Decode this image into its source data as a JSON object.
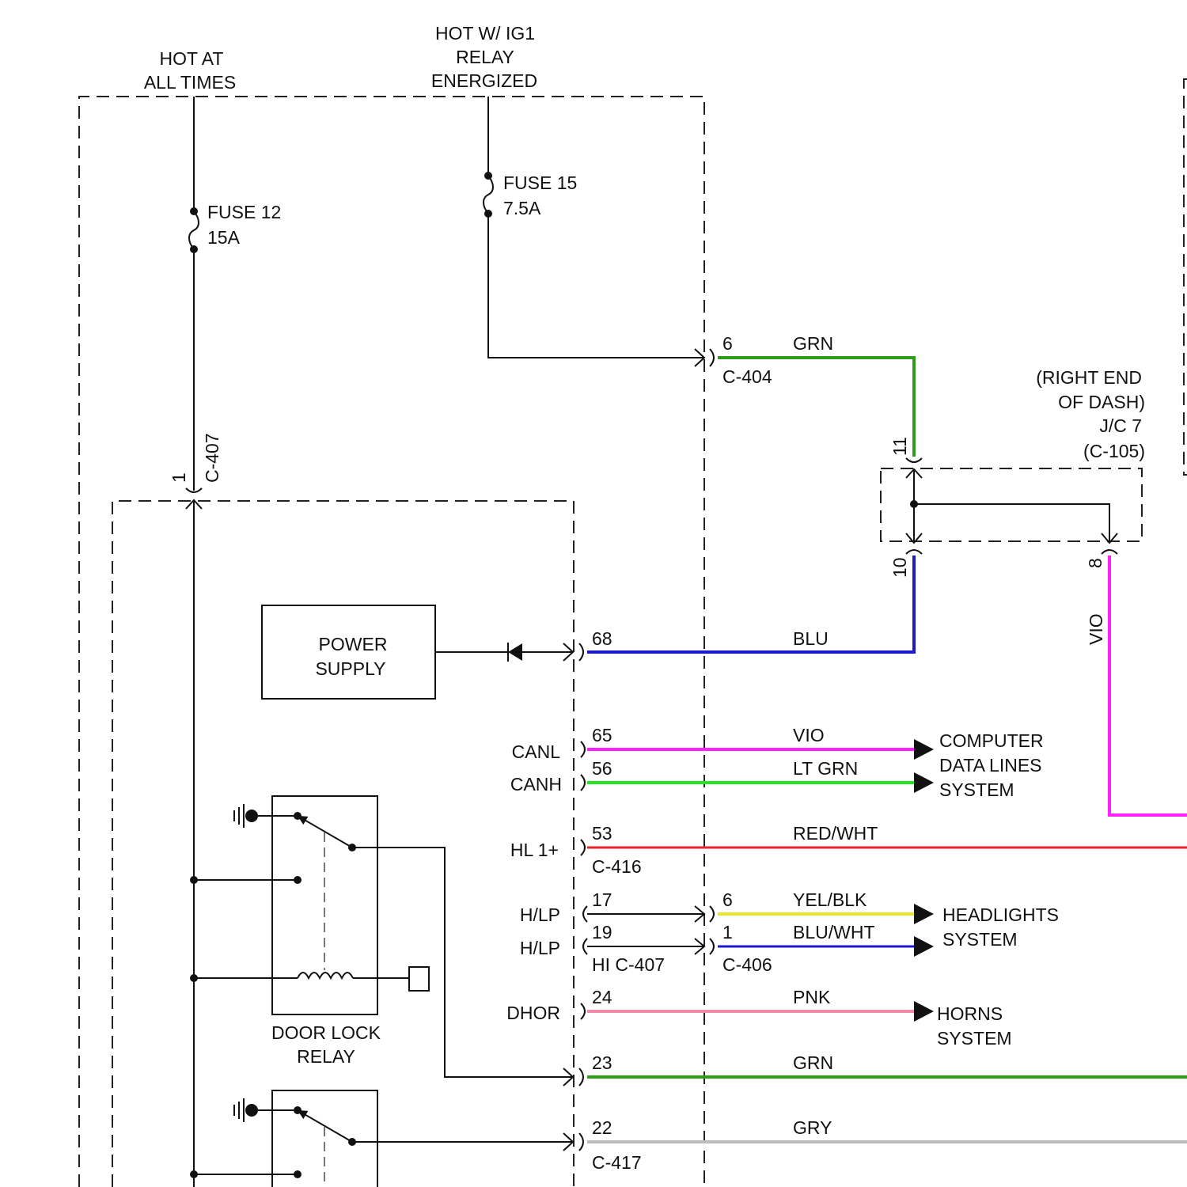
{
  "power_sources": {
    "hot_at_all_times": [
      "HOT AT",
      "ALL TIMES"
    ],
    "hot_with_ig1": [
      "HOT W/ IG1",
      "RELAY",
      "ENERGIZED"
    ]
  },
  "fuses": {
    "fuse12": [
      "FUSE 12",
      "15A"
    ],
    "fuse15": [
      "FUSE 15",
      "7.5A"
    ]
  },
  "junction_connector": [
    "(RIGHT END",
    "OF DASH)",
    "J/C 7",
    "(C-105)"
  ],
  "connectors": {
    "c404": "C-404",
    "c407_top": "C-407",
    "c416": "C-416",
    "c406": "C-406",
    "hi_c407": "HI C-407",
    "c417": "C-417"
  },
  "pins": {
    "c404_6": "6",
    "c407_1": "1",
    "jc_11": "11",
    "jc_10": "10",
    "jc_8": "8",
    "p68": "68",
    "p65": "65",
    "p56": "56",
    "p53": "53",
    "p17": "17",
    "p19": "19",
    "c406_6": "6",
    "c406_1": "1",
    "p24": "24",
    "p23": "23",
    "p22": "22"
  },
  "signals": {
    "canl": "CANL",
    "canh": "CANH",
    "hl1": "HL 1+",
    "hlp1": "H/LP",
    "hlp2": "H/LP",
    "dhor": "DHOR"
  },
  "components": {
    "power_supply": [
      "POWER",
      "SUPPLY"
    ],
    "door_lock_relay": [
      "DOOR LOCK",
      "RELAY"
    ]
  },
  "wires": {
    "grn_top": {
      "label": "GRN",
      "color": "#2e9e1a"
    },
    "vio_vert": {
      "label": "VIO",
      "color": "#ff22ff"
    },
    "blu": {
      "label": "BLU",
      "color": "#1a1acc"
    },
    "vio": {
      "label": "VIO",
      "color": "#ff22ff"
    },
    "lt_grn": {
      "label": "LT GRN",
      "color": "#22e622"
    },
    "red_wht": {
      "label": "RED/WHT",
      "color": "#e8202a"
    },
    "yel_blk": {
      "label": "YEL/BLK",
      "color": "#e6e62a"
    },
    "blu_wht": {
      "label": "BLU/WHT",
      "color": "#1a1acc"
    },
    "pnk": {
      "label": "PNK",
      "color": "#f08aa8"
    },
    "grn_bottom": {
      "label": "GRN",
      "color": "#2e9e1a"
    },
    "gry": {
      "label": "GRY",
      "color": "#bcbcbc"
    }
  },
  "systems": {
    "computer_data_lines": [
      "COMPUTER",
      "DATA LINES",
      "SYSTEM"
    ],
    "headlights": [
      "HEADLIGHTS",
      "SYSTEM"
    ],
    "horns": [
      "HORNS",
      "SYSTEM"
    ]
  },
  "icons": [
    "ground-icon",
    "fuse-icon",
    "diode-icon",
    "relay-coil-icon",
    "relay-switch-icon",
    "arrow-icon"
  ]
}
